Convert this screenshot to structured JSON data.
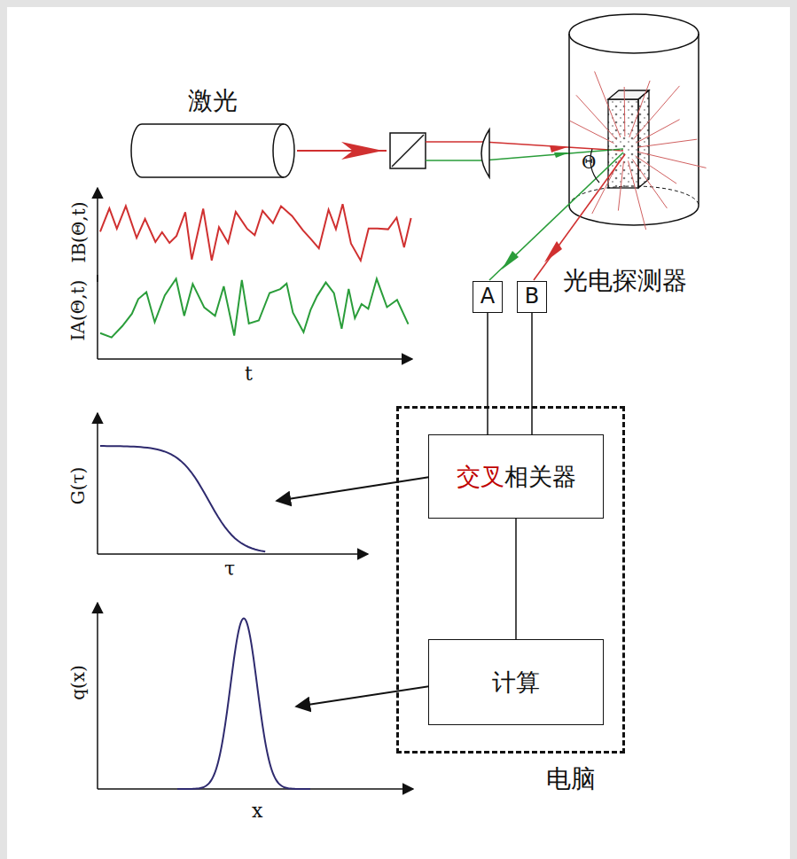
{
  "diagram": {
    "nodes": [
      {
        "text": [
          "激光"
        ]
      },
      {
        "text": [
          "A"
        ]
      },
      {
        "text": [
          "B"
        ]
      },
      {
        "text": [
          "电脑"
        ]
      },
      {
        "text": [
          "交叉",
          "相关器"
        ],
        "in": 3
      },
      {
        "text": [
          "计算"
        ],
        "in": 3
      }
    ],
    "edges": [
      {
        "from": 1,
        "to": 4,
        "arrow": "none"
      },
      {
        "from": 2,
        "to": 4,
        "arrow": "none"
      },
      {
        "from": 4,
        "to": 5,
        "arrow": "none"
      }
    ],
    "labels": [
      "光电探测器",
      "Θ",
      "IB(Θ,t)",
      "IA(Θ,t)",
      "t",
      "G(τ)",
      "τ",
      "q(x)",
      "x"
    ]
  }
}
